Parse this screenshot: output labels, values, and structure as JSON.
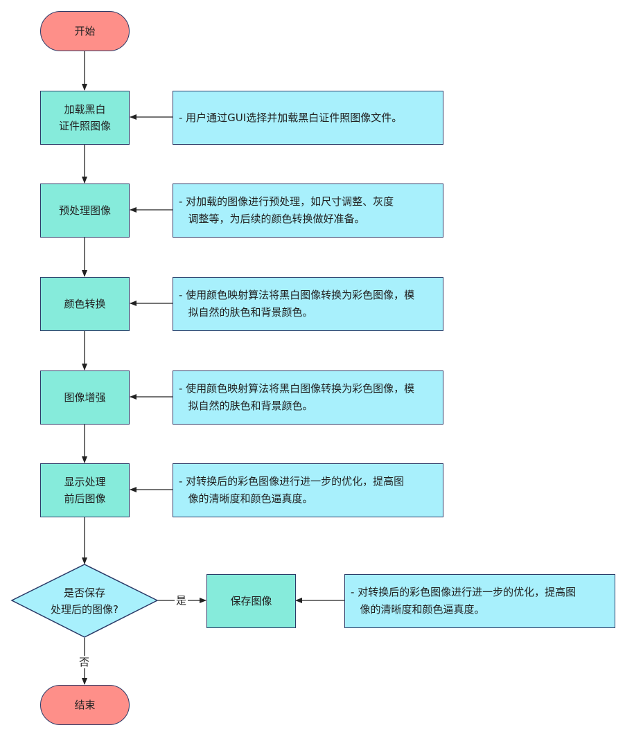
{
  "diagram": {
    "type": "flowchart",
    "colors": {
      "terminal_fill": "#fe8f89",
      "process_fill": "#86ebdb",
      "description_fill": "#a8f0fc",
      "decision_fill": "#a8f0fc",
      "border": "#2b3a67",
      "edge": "#222222"
    },
    "nodes": {
      "start": {
        "label": "开始"
      },
      "load": {
        "label_line1": "加载黑白",
        "label_line2": "证件照图像"
      },
      "preprocess": {
        "label": "预处理图像"
      },
      "color_convert": {
        "label": "颜色转换"
      },
      "enhance": {
        "label": "图像增强"
      },
      "display": {
        "label_line1": "显示处理",
        "label_line2": "前后图像"
      },
      "decision": {
        "label_line1": "是否保存",
        "label_line2": "处理后的图像?"
      },
      "save": {
        "label": "保存图像"
      },
      "end": {
        "label": "结束"
      }
    },
    "descriptions": {
      "load": {
        "line1": "- 用户通过GUI选择并加载黑白证件照图像文件。"
      },
      "preprocess": {
        "line1": "- 对加载的图像进行预处理，如尺寸调整、灰度",
        "line2": "调整等，为后续的颜色转换做好准备。"
      },
      "color_convert": {
        "line1": "- 使用颜色映射算法将黑白图像转换为彩色图像，模",
        "line2": "拟自然的肤色和背景颜色。"
      },
      "enhance": {
        "line1": "- 使用颜色映射算法将黑白图像转换为彩色图像，模",
        "line2": "拟自然的肤色和背景颜色。"
      },
      "display": {
        "line1": "- 对转换后的彩色图像进行进一步的优化，提高图",
        "line2": "像的清晰度和颜色逼真度。"
      },
      "save": {
        "line1": "- 对转换后的彩色图像进行进一步的优化，提高图",
        "line2": "像的清晰度和颜色逼真度。"
      }
    },
    "edge_labels": {
      "yes": "是",
      "no": "否"
    }
  }
}
